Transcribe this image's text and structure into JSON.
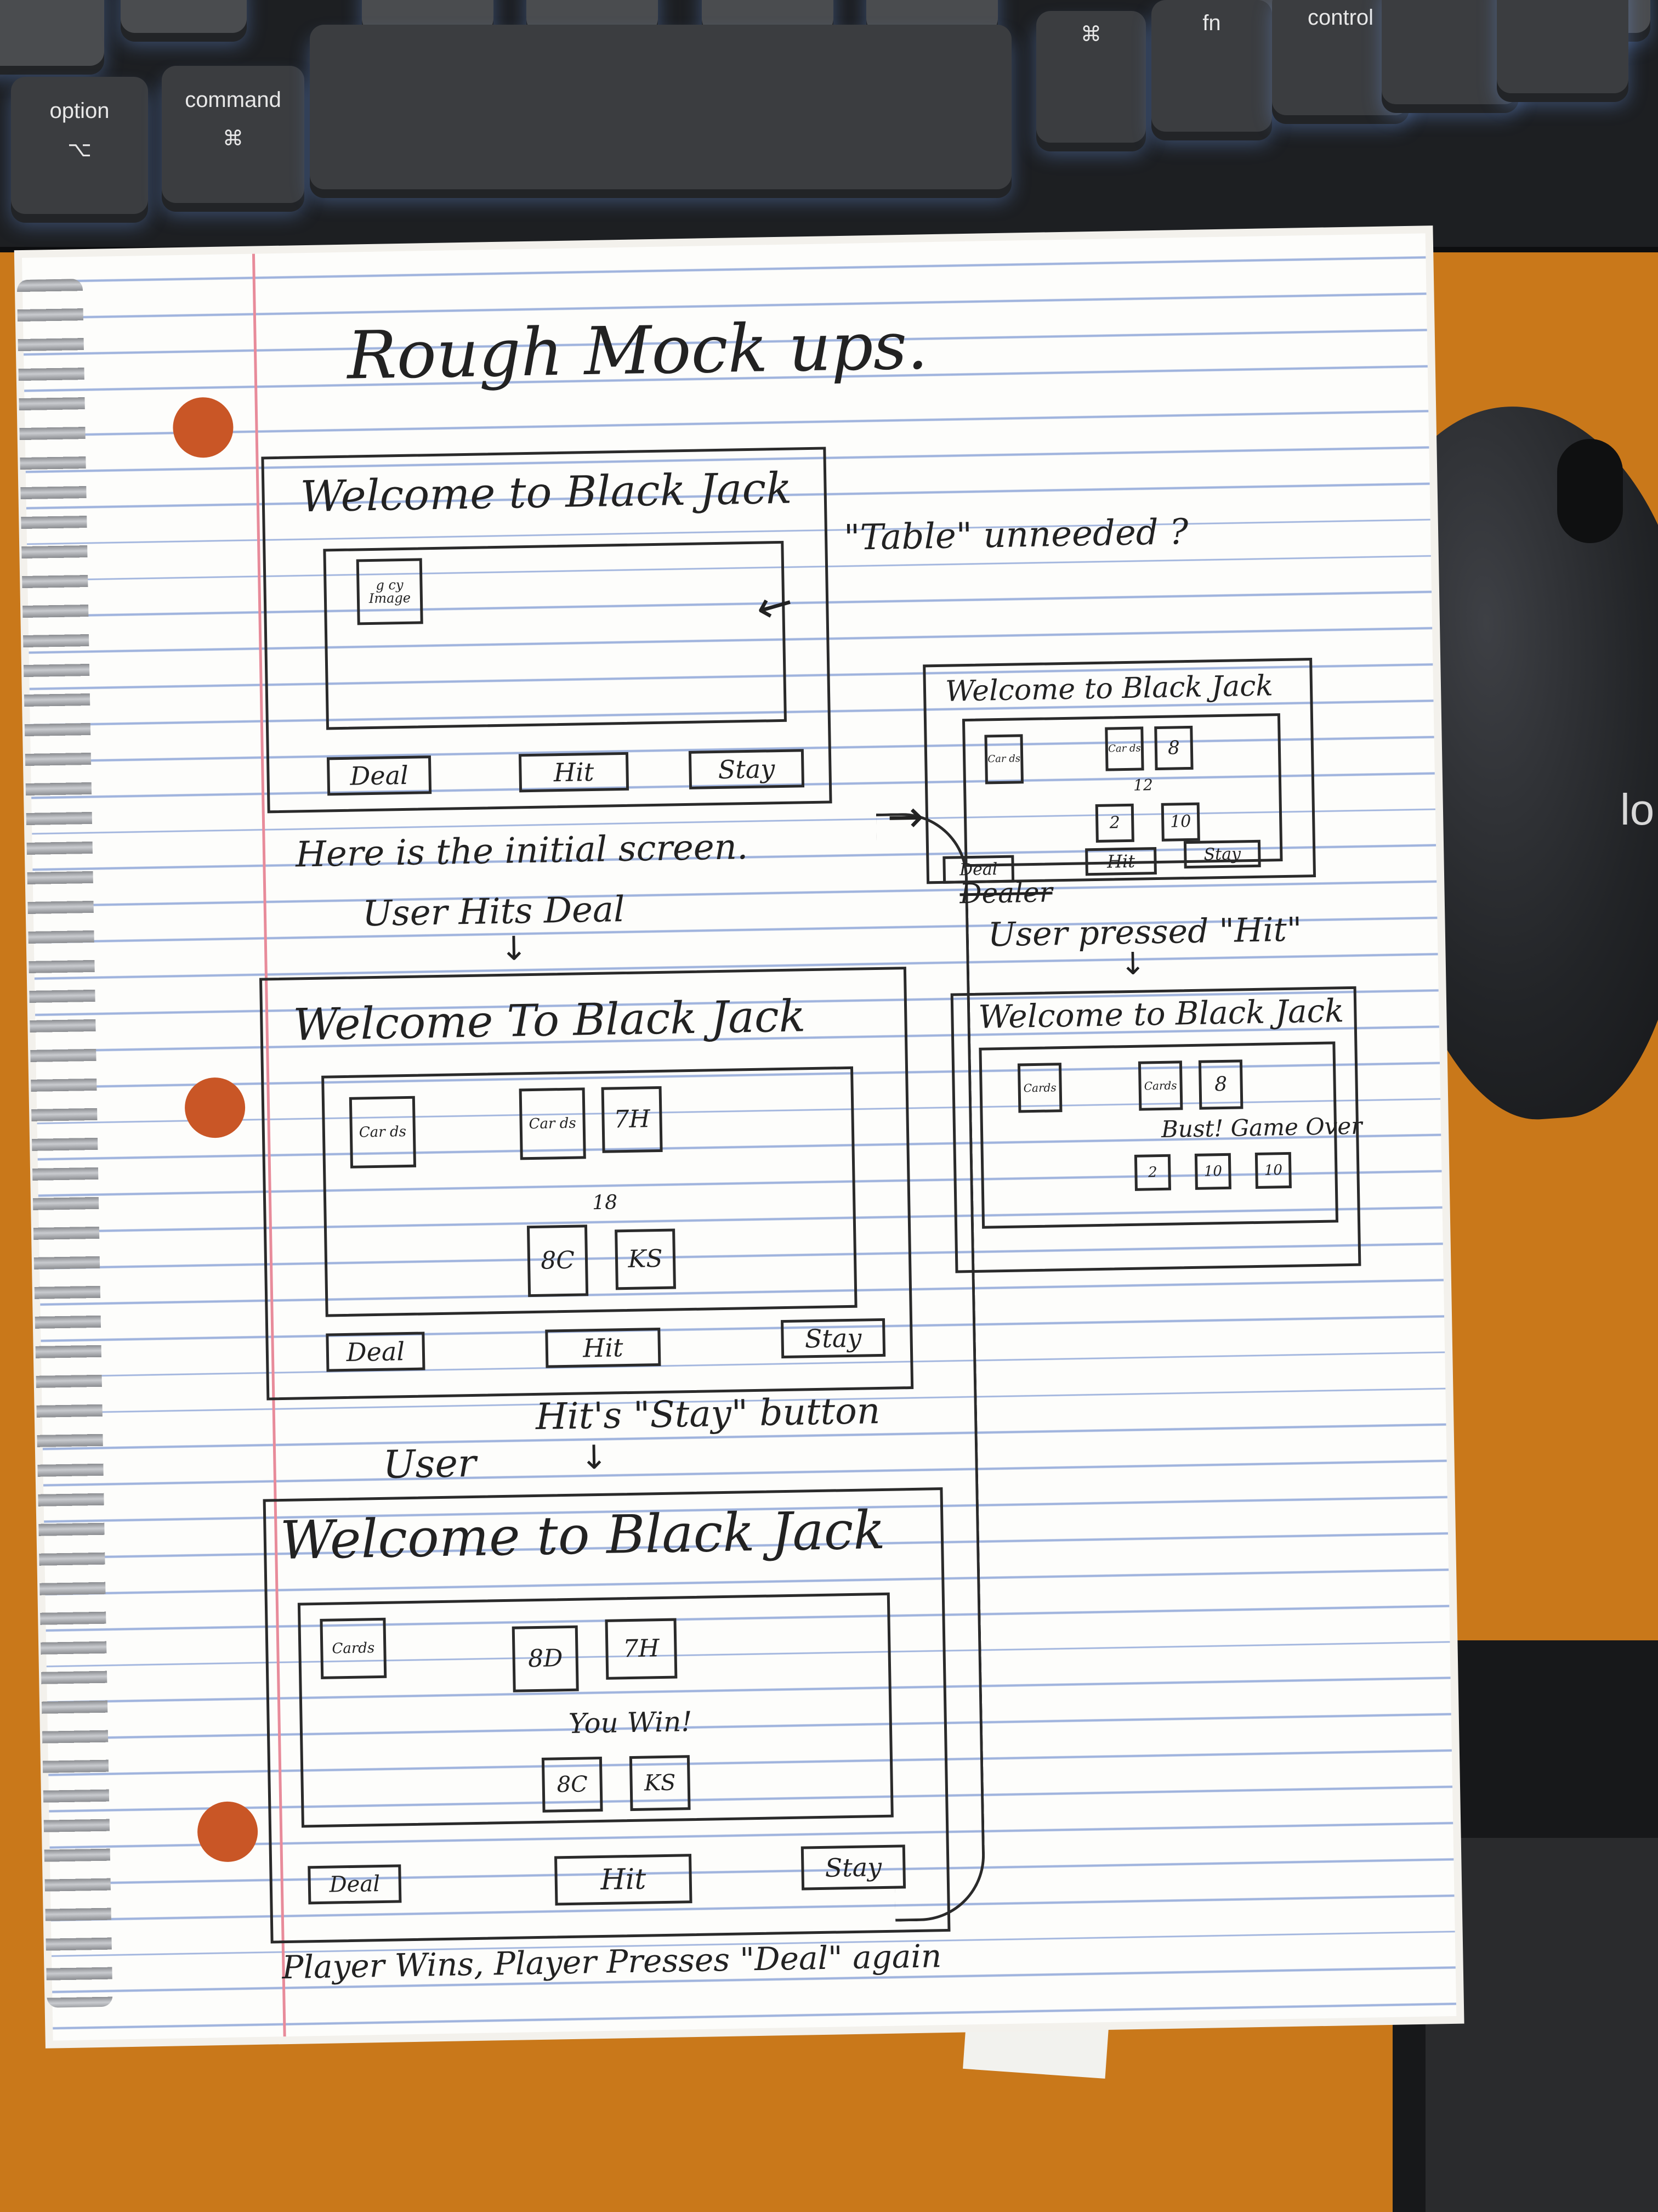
{
  "keyboard": {
    "keys": [
      {
        "label": "option",
        "symbol": "⌥"
      },
      {
        "label": "command",
        "symbol": "⌘"
      },
      {
        "label": "",
        "symbol": "⌘"
      },
      {
        "label": "fn",
        "symbol": ""
      },
      {
        "label": "control",
        "symbol": ""
      }
    ]
  },
  "mouse": {
    "logo": "lo"
  },
  "sketch": {
    "title": "Rough Mock ups.",
    "mock1": {
      "heading": "Welcome to Black Jack",
      "card": "g cy Image",
      "buttons": [
        "Deal",
        "Hit",
        "Stay"
      ]
    },
    "annotation_table": "\"Table\" unneeded ?",
    "caption1": "Here is the initial screen.",
    "caption2": "User Hits Deal",
    "mock2": {
      "heading": "Welcome To Black Jack",
      "dealer_cards": [
        "Car ds",
        "Car ds",
        "7H"
      ],
      "player_total": "18",
      "player_cards": [
        "8C",
        "KS"
      ],
      "buttons": [
        "Deal",
        "Hit",
        "Stay"
      ]
    },
    "caption3_prefix": "User",
    "caption3": "Hit's \"Stay\" button",
    "mock3": {
      "heading": "Welcome to Black Jack",
      "dealer_cards": [
        "Cards",
        "8D",
        "7H"
      ],
      "result": "You Win!",
      "player_cards": [
        "8C",
        "KS"
      ],
      "buttons": [
        "Deal",
        "Hit",
        "Stay"
      ]
    },
    "caption4": "Player Wins, Player Presses \"Deal\" again",
    "mock4": {
      "heading": "Welcome to Black Jack",
      "dealer_cards": [
        "Car ds",
        "Car ds",
        "8"
      ],
      "player_total": "12",
      "player_cards": [
        "2",
        "10"
      ],
      "buttons": [
        "Deal",
        "Hit",
        "Stay"
      ]
    },
    "caption5_struck": "Dealer",
    "caption5": "User pressed \"Hit\"",
    "mock5": {
      "heading": "Welcome to Black Jack",
      "dealer_cards": [
        "Cards",
        "Cards",
        "8"
      ],
      "result": "Bust! Game Over",
      "player_cards": [
        "2",
        "10",
        "10"
      ]
    }
  }
}
